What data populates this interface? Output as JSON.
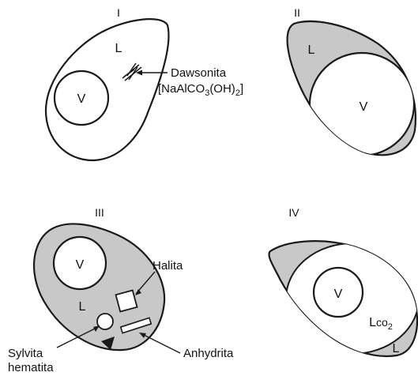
{
  "colors": {
    "ink": "#1a1a1a",
    "shade": "#c8c8c8",
    "paper": "#ffffff"
  },
  "panels": [
    {
      "numeral": "I",
      "labels": {
        "liquid": "L",
        "vapor": "V"
      },
      "minerals": [
        {
          "name": "Dawsonita",
          "formula": "[NaAlCO3(OH)2]"
        }
      ]
    },
    {
      "numeral": "II",
      "labels": {
        "liquid": "L",
        "vapor": "V"
      }
    },
    {
      "numeral": "III",
      "labels": {
        "liquid": "L",
        "vapor": "V"
      },
      "minerals": [
        {
          "name": "Halita"
        },
        {
          "name": "Anhydrita"
        },
        {
          "name": "Sylvita"
        },
        {
          "name": "hematita"
        }
      ]
    },
    {
      "numeral": "IV",
      "labels": {
        "vapor": "V",
        "liquid_co2": "Lco2",
        "liquid": "L"
      }
    }
  ]
}
